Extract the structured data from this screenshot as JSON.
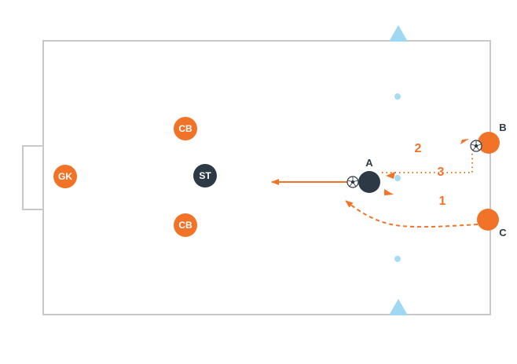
{
  "colors": {
    "field_line": "#c8c8c8",
    "orange": "#f07328",
    "dark": "#2d3a45",
    "cone": "#9fd8f2",
    "dot": "#a8dcf2"
  },
  "players": {
    "gk": "GK",
    "cb_top": "CB",
    "cb_bottom": "CB",
    "st": "ST"
  },
  "points": {
    "a": "A",
    "b": "B",
    "c": "C"
  },
  "steps": {
    "one": "1",
    "two": "2",
    "three": "3"
  },
  "icons": {
    "ball": "soccer-ball-icon",
    "cone": "cone-icon"
  }
}
